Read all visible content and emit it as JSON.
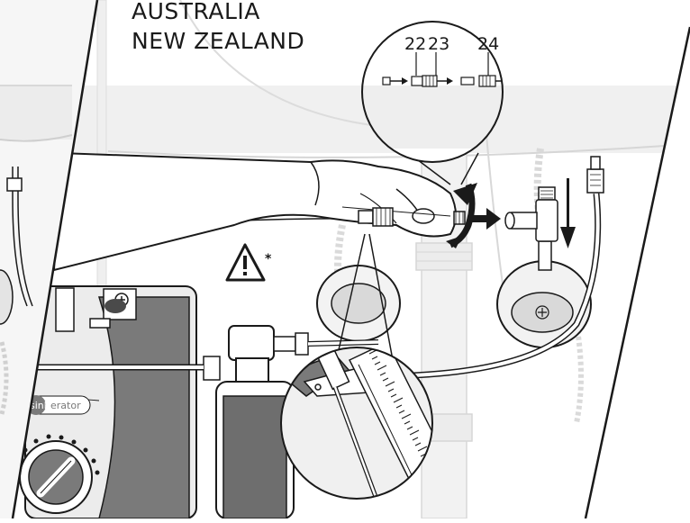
{
  "region": {
    "line1": "AUSTRALIA",
    "line2": "NEW ZEALAND"
  },
  "callouts": {
    "part_22": "22",
    "part_23": "23",
    "part_24": "24"
  },
  "warning": {
    "mark": "*"
  },
  "brand": {
    "name_part1": "sink",
    "name_part2": "erator"
  },
  "colors": {
    "outline": "#1a1a1a",
    "background_panel": "#f2f2f2",
    "panel_light": "#ececec",
    "tank_dark": "#7a7a7a",
    "filter_dark": "#6e6e6e",
    "white": "#ffffff"
  },
  "icons": [
    "warning-triangle-icon",
    "rotate-arrow-icon",
    "push-arrow-icon",
    "down-arrow-icon",
    "plus-icon"
  ]
}
